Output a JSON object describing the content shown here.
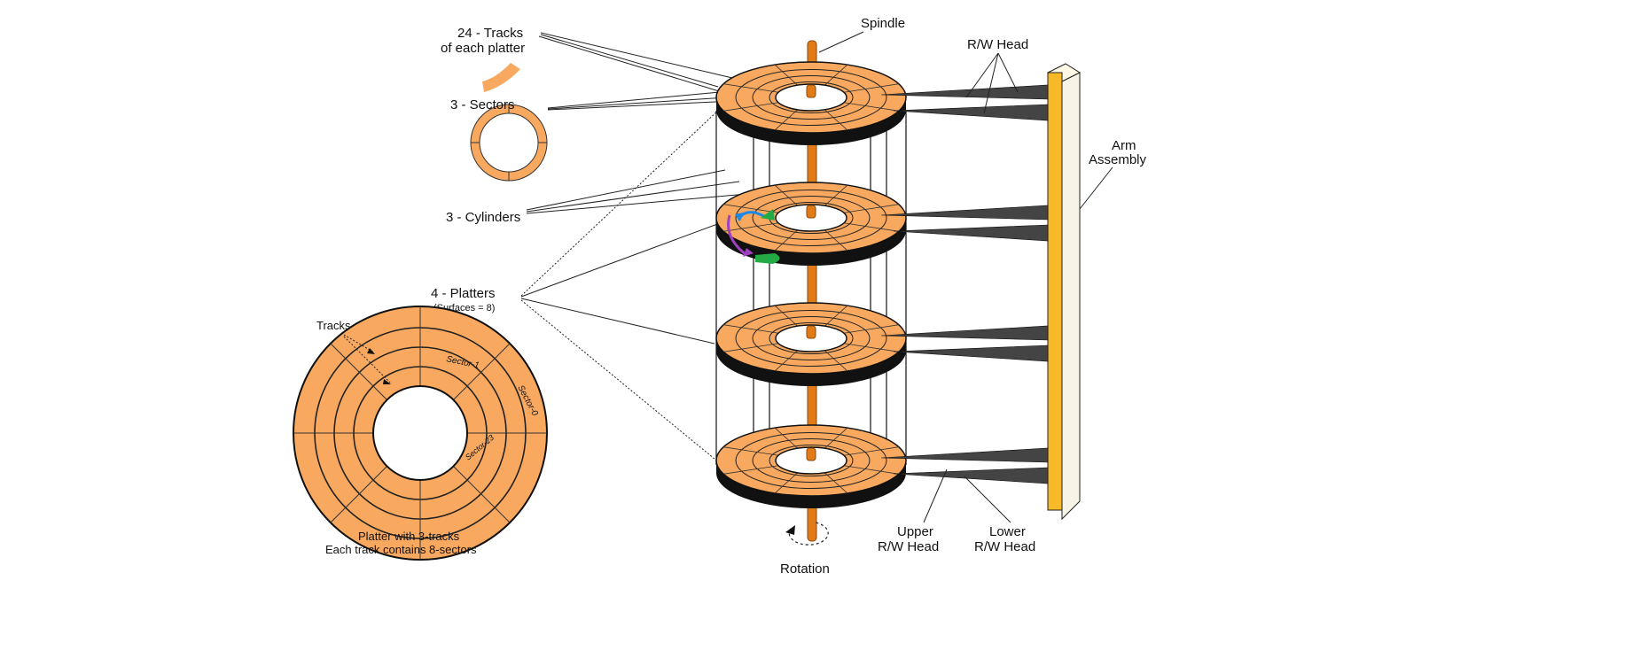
{
  "colors": {
    "platter": "#f9a95f",
    "platter_edge": "#111111",
    "spindle": "#e07b18",
    "arm": "#f7b928",
    "head": "#444444",
    "marker_blue": "#1e88e5",
    "marker_green": "#22aa44",
    "marker_purple": "#a040c0"
  },
  "labels": {
    "tracks_count_line1": "24 - Tracks",
    "tracks_count_line2": "of each platter",
    "sectors_count": "3 - Sectors",
    "cylinders_count": "3 - Cylinders",
    "platters_count": "4 - Platters",
    "surfaces_note": "(Surfaces = 8)",
    "spindle": "Spindle",
    "rw_head": "R/W Head",
    "arm_line1": "Arm",
    "arm_line2": "Assembly",
    "upper_head_line1": "Upper",
    "upper_head_line2": "R/W Head",
    "lower_head_line1": "Lower",
    "lower_head_line2": "R/W Head",
    "rotation": "Rotation",
    "tracks": "Tracks",
    "sector_1": "Sector-1",
    "sector_0": "Sector-0",
    "sector_23": "Sector-23",
    "caption_line1": "Platter with 3-tracks",
    "caption_line2": "Each track contains 8-sectors"
  },
  "icons": {
    "sector_sample": "sector-wedge-icon",
    "track_sample": "track-ring-icon",
    "rotation": "rotation-arrow-icon"
  }
}
